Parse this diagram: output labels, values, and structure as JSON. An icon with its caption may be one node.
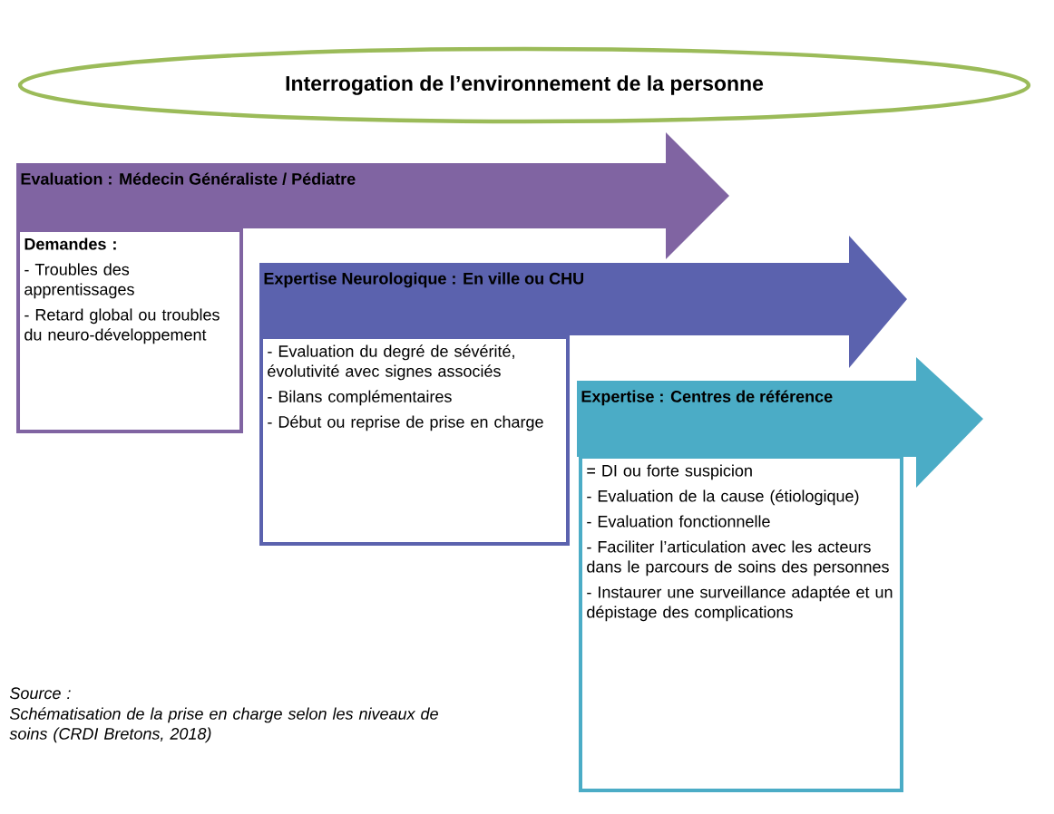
{
  "diagram": {
    "nodes": [
      {
        "text": [
          "Interrogation de l’environnement de la personne"
        ]
      },
      {
        "text": [
          "Evaluation : Médecin Généraliste / Pédiatre"
        ]
      },
      {
        "text": [
          "Demandes :",
          "- Troubles des apprentissages",
          "- Retard global ou troubles du neuro-développement"
        ]
      },
      {
        "text": [
          "Expertise Neurologique : En ville ou CHU"
        ]
      },
      {
        "text": [
          "- Evaluation du degré de sévérité, évolutivité avec signes associés",
          "- Bilans complémentaires",
          "- Début ou reprise de prise en charge"
        ]
      },
      {
        "text": [
          "Expertise : Centres de référence"
        ]
      },
      {
        "text": [
          "= DI ou forte suspicion",
          "- Evaluation de la cause (étiologique)",
          "- Evaluation fonctionnelle",
          "- Faciliter l’articulation avec les acteurs dans le parcours de soins des personnes",
          "- Instaurer une surveillance adaptée et un dépistage des complications"
        ]
      }
    ],
    "labels": [
      "Source :",
      "Schématisation de la prise en charge selon les niveaux de soins (CRDI Bretons, 2018)"
    ]
  }
}
